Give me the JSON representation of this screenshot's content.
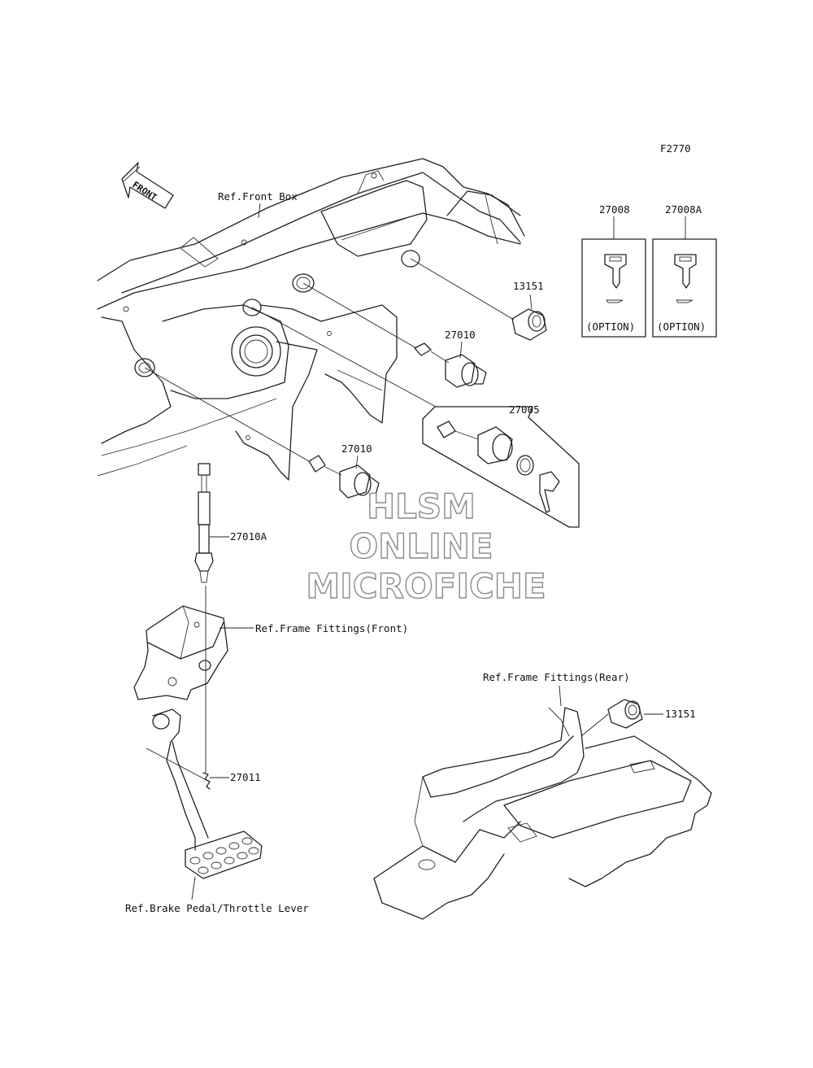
{
  "figure_code": "F2770",
  "front_arrow_label": "FRONT",
  "refs": {
    "front_box": "Ref.Front Box",
    "frame_front": "Ref.Frame Fittings(Front)",
    "frame_rear": "Ref.Frame Fittings(Rear)",
    "brake_pedal": "Ref.Brake Pedal/Throttle Lever"
  },
  "parts": {
    "p27008": "27008",
    "p27008A": "27008A",
    "p13151_top": "13151",
    "p27010_upper": "27010",
    "p27005": "27005",
    "p27010_lower": "27010",
    "p27010A": "27010A",
    "p27011": "27011",
    "p13151_rear": "13151"
  },
  "option_label": "(OPTION)",
  "watermark": {
    "line1": "HLSM",
    "line2": "ONLINE",
    "line3": "MICROFICHE"
  }
}
